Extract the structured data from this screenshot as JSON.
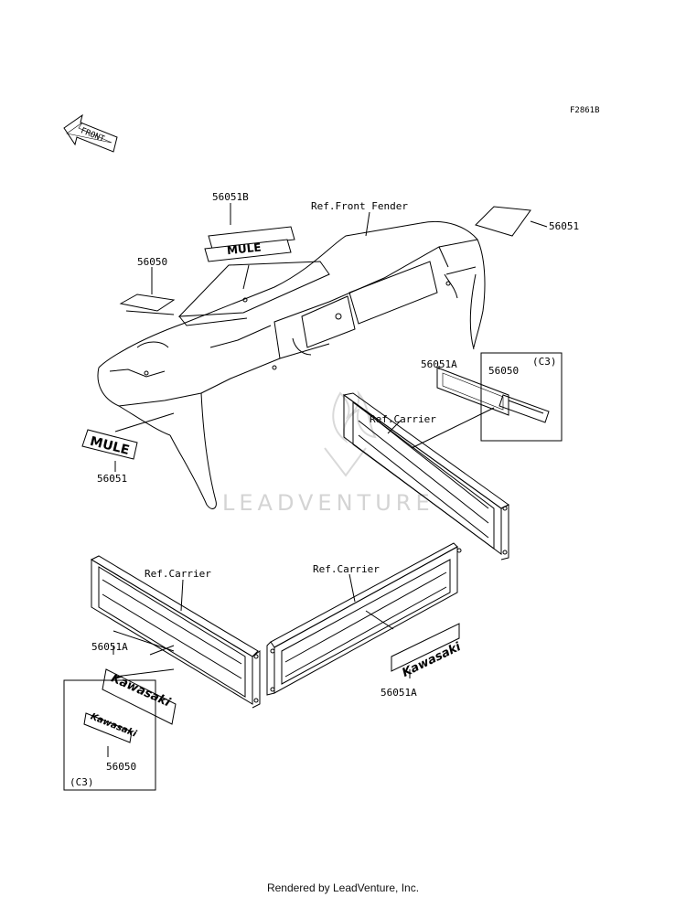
{
  "diagram": {
    "figure_code": "F2861B",
    "front_arrow_text": "FRONT",
    "watermark": "LEADVENTURE",
    "footer": "Rendered by LeadVenture, Inc.",
    "line_color": "#000000"
  },
  "callouts": {
    "p56051B": "56051B",
    "ref_front_fender": "Ref.Front Fender",
    "p56051_top": "56051",
    "p56050_left": "56050",
    "p56051A_mid": "56051A",
    "p56050_c3_right": "56050",
    "c3_right": "(C3)",
    "ref_carrier_right": "Ref.Carrier",
    "p56051_left": "56051",
    "ref_carrier_left": "Ref.Carrier",
    "ref_carrier_center": "Ref.Carrier",
    "p56051A_left": "56051A",
    "p56051A_center": "56051A",
    "p56050_c3_left": "56050",
    "c3_left": "(C3)"
  },
  "decal_text": {
    "mule": "MULE",
    "kawasaki": "Kawasaki"
  }
}
